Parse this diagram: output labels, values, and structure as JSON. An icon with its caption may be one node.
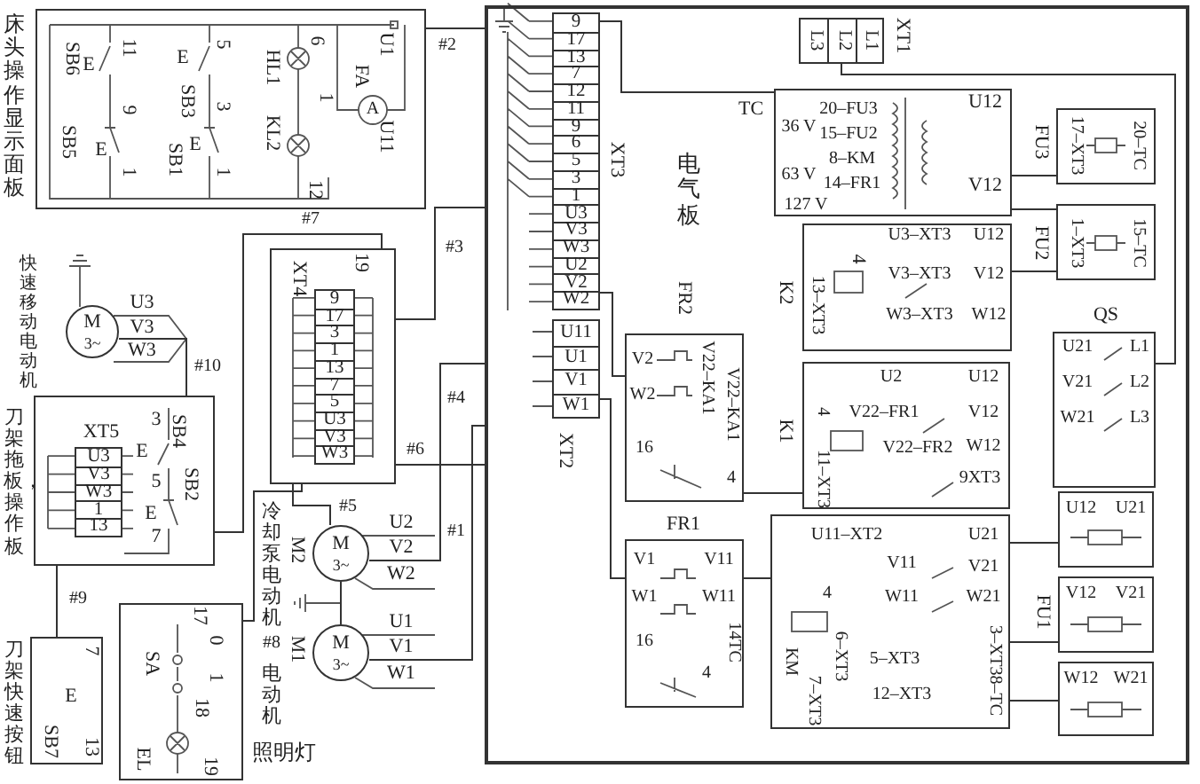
{
  "diagram": {
    "nodes": [
      {
        "text": [
          "床头操作显示面板",
          "SB6",
          "E",
          "11",
          "SB3",
          "E",
          "5",
          "6",
          "HL1",
          "U1",
          "FA",
          "A",
          "9",
          "3",
          "1",
          "KL2",
          "U11",
          "SB5",
          "E",
          "SB1",
          "E",
          "1",
          "1",
          "12"
        ]
      },
      {
        "text": [
          "XT4",
          "19"
        ]
      },
      {
        "text": [
          "9",
          "17",
          "3",
          "1",
          "13",
          "7",
          "5",
          "U3",
          "V3",
          "W3"
        ],
        "in": 1
      },
      {
        "text": [
          "M",
          "3~"
        ],
        "beside": [
          "快速移动电动机",
          "U3",
          "V3",
          "W3"
        ]
      },
      {
        "text": [
          "刀架拖板，操作板",
          "3",
          "SB4",
          "E",
          "5",
          "SB2",
          "E",
          "7"
        ]
      },
      {
        "text": [
          "XT5",
          "U3",
          "V3",
          "W3",
          "1",
          "13"
        ],
        "in": 4
      },
      {
        "text": [
          "刀架快速按钮",
          "7",
          "E",
          "SB7",
          "13"
        ]
      },
      {
        "text": [
          "17",
          "0",
          "SA",
          "1",
          "18",
          "EL",
          "19"
        ],
        "beside": [
          "照明灯"
        ]
      },
      {
        "text": [
          "M",
          "3~"
        ],
        "beside": [
          "M2",
          "冷却泵电动机",
          "U2",
          "V2",
          "W2"
        ]
      },
      {
        "text": [
          "M",
          "3~"
        ],
        "beside": [
          "M1",
          "电动机",
          "U1",
          "V1",
          "W1"
        ]
      },
      {
        "text": [
          "电气板"
        ]
      },
      {
        "text": [
          "XT3",
          "9",
          "17",
          "13",
          "7",
          "12",
          "11",
          "9",
          "6",
          "5",
          "3",
          "1",
          "U3",
          "V3",
          "W3",
          "U2",
          "V2",
          "W2"
        ],
        "in": 10
      },
      {
        "text": [
          "XT2",
          "U11",
          "U1",
          "V1",
          "W1"
        ],
        "in": 10
      },
      {
        "text": [
          "XT1",
          "L3",
          "L2",
          "L1"
        ],
        "in": 10
      },
      {
        "text": [
          "TC",
          "36 V",
          "20–FU3",
          "15–FU2",
          "8–KM",
          "14–FR1",
          "63 V",
          "127 V",
          "U12",
          "V12"
        ],
        "in": 10
      },
      {
        "text": [
          "17–XT3",
          "20–TC"
        ],
        "beside": [
          "FU3"
        ],
        "in": 10
      },
      {
        "text": [
          "1–XT3",
          "15–TC"
        ],
        "beside": [
          "FU2"
        ],
        "in": 10
      },
      {
        "text": [
          "K2",
          "4",
          "13–XT3",
          "U3–XT3",
          "U12",
          "V3–XT3",
          "V12",
          "W3–XT3",
          "W12"
        ],
        "in": 10
      },
      {
        "text": [
          "QS",
          "U21",
          "L1",
          "V21",
          "L2",
          "W21",
          "L3"
        ],
        "in": 10
      },
      {
        "text": [
          "FR2",
          "V2",
          "V22–KA1",
          "V22–KA1",
          "W2",
          "16",
          "4"
        ],
        "in": 10
      },
      {
        "text": [
          "K1",
          "U2",
          "U12",
          "4",
          "V22–FR1",
          "V12",
          "V22–FR2",
          "W12",
          "11–XT3",
          "9XT3"
        ],
        "in": 10
      },
      {
        "text": [
          "FR1",
          "V1",
          "V11",
          "W1",
          "W11",
          "16",
          "14TC",
          "4"
        ],
        "in": 10
      },
      {
        "text": [
          "U11–XT2",
          "U21",
          "V11",
          "V21",
          "4",
          "W11",
          "W21",
          "KM",
          "6–XT3",
          "7–XT3",
          "5–XT3",
          "12–XT3",
          "3–XT38–TC"
        ],
        "in": 10
      },
      {
        "text": [
          "U12",
          "U21"
        ],
        "in": 10
      },
      {
        "text": [
          "V12",
          "V21"
        ],
        "beside": [
          "FU1"
        ],
        "in": 10
      },
      {
        "text": [
          "W12",
          "W21"
        ],
        "in": 10
      }
    ],
    "edges": [
      {
        "from": 0,
        "to": 10,
        "arrow": "none",
        "label": "#2"
      },
      {
        "from": 1,
        "to": 10,
        "arrow": "none",
        "label": "#3"
      },
      {
        "from": 8,
        "to": 10,
        "arrow": "none",
        "label": "#4"
      },
      {
        "from": 8,
        "to": 1,
        "arrow": "none",
        "label": "#5"
      },
      {
        "from": 1,
        "to": 10,
        "arrow": "none",
        "label": "#6"
      },
      {
        "from": 4,
        "to": 1,
        "arrow": "none",
        "label": "#7"
      },
      {
        "from": 7,
        "to": 1,
        "arrow": "none",
        "label": "#8"
      },
      {
        "from": 9,
        "to": 10,
        "arrow": "none",
        "label": "#1"
      },
      {
        "from": 3,
        "to": 4,
        "arrow": "none",
        "label": "#10"
      },
      {
        "from": 4,
        "to": 6,
        "arrow": "none",
        "label": "#9"
      },
      {
        "from": 11,
        "to": 14,
        "arrow": "none"
      },
      {
        "from": 13,
        "to": 18,
        "arrow": "none"
      },
      {
        "from": 14,
        "to": 15,
        "arrow": "none"
      },
      {
        "from": 14,
        "to": 16,
        "arrow": "none"
      },
      {
        "from": 17,
        "to": 16,
        "arrow": "none"
      },
      {
        "from": 23,
        "to": 22,
        "arrow": "none"
      },
      {
        "from": 24,
        "to": 22,
        "arrow": "none"
      },
      {
        "from": 25,
        "to": 22,
        "arrow": "none"
      },
      {
        "from": 22,
        "to": 21,
        "arrow": "none"
      },
      {
        "from": 21,
        "to": 12,
        "arrow": "none"
      },
      {
        "from": 19,
        "to": 11,
        "arrow": "none"
      },
      {
        "from": 19,
        "to": 20,
        "arrow": "none"
      },
      {
        "from": 8,
        "to": 9,
        "arrow": "none"
      }
    ]
  }
}
